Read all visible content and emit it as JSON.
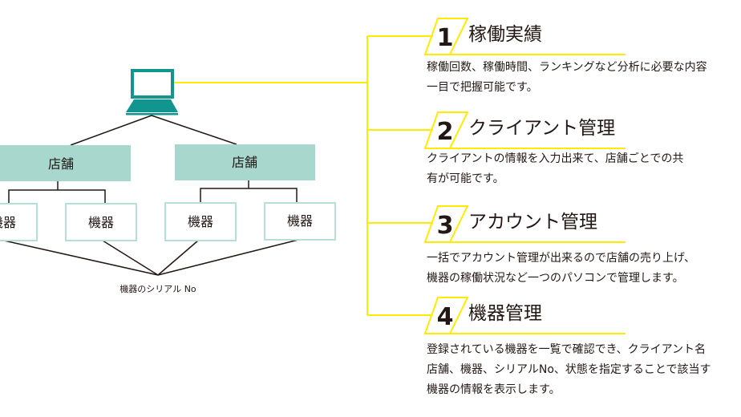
{
  "colors": {
    "accent": "#FFEB00",
    "teal": "#13958F",
    "store_fill": "#A8D8CD",
    "device_border": "#B6E0D6",
    "line": "#231815"
  },
  "diagram": {
    "stores": [
      "店舗",
      "店舗"
    ],
    "devices": [
      "機器",
      "機器",
      "機器",
      "機器"
    ],
    "serial_label": "機器のシリアル No",
    "computer_icon": "laptop-icon"
  },
  "features": [
    {
      "number": "1",
      "title": "稼働実績",
      "desc": [
        "稼働回数、稼働時間、ランキングなど分析に必要な内容",
        "一目で把握可能です。"
      ]
    },
    {
      "number": "2",
      "title": "クライアント管理",
      "desc": [
        "クライアントの情報を入力出来て、店舗ごとでの共",
        "有が可能です。"
      ]
    },
    {
      "number": "3",
      "title": "アカウント管理",
      "desc": [
        "一括でアカウント管理が出来るので店舗の売り上げ、",
        "機器の稼働状況など一つのパソコンで管理します。"
      ]
    },
    {
      "number": "4",
      "title": "機器管理",
      "desc": [
        "登録されている機器を一覧で確認でき、クライアント名",
        "店舗、機器、シリアルNo、状態を指定することで該当す",
        "機器の情報を表示します。"
      ]
    }
  ]
}
